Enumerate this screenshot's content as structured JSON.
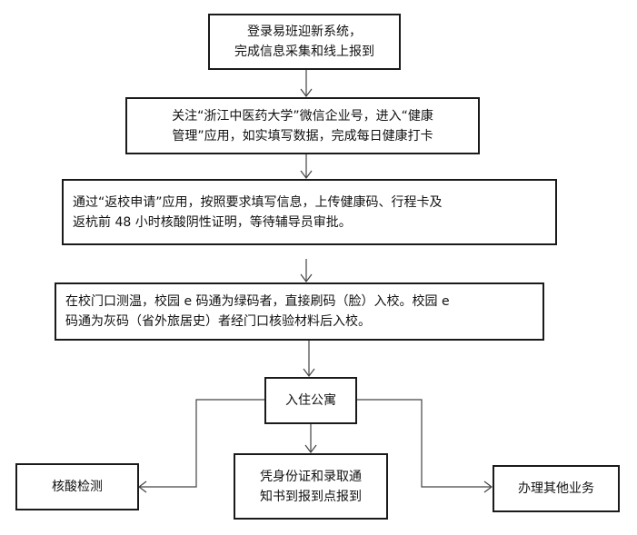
{
  "flowchart": {
    "steps": [
      {
        "id": "register",
        "text": "登录易班迎新系统，\n完成信息采集和线上报到"
      },
      {
        "id": "health",
        "text": "关注“浙江中医药大学”微信企业号，进入“健康\n管理”应用，如实填写数据，完成每日健康打卡"
      },
      {
        "id": "apply",
        "text": "通过“返校申请”应用，按照要求填写信息，上传健康码、行程卡及\n返杭前 48 小时核酸阴性证明，等待辅导员审批。"
      },
      {
        "id": "entry",
        "text": "在校门口测温，校园 e 码通为绿码者，直接刷码（脸）入校。校园 e\n码通为灰码（省外旅居史）者经门口核验材料后入校。"
      },
      {
        "id": "dorm",
        "text": "入住公寓"
      },
      {
        "id": "nucleic",
        "text": "核酸检测"
      },
      {
        "id": "report",
        "text": "凭身份证和录取通\n知书到报到点报到"
      },
      {
        "id": "other",
        "text": "办理其他业务"
      }
    ]
  },
  "colors": {
    "line": "#1a1a1a",
    "arrow": "#444444",
    "background": "#ffffff"
  }
}
